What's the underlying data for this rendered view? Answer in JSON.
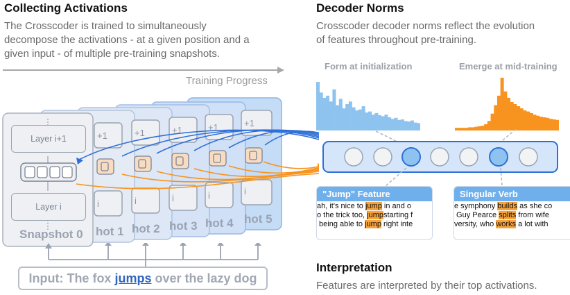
{
  "left": {
    "title": "Collecting Activations",
    "desc_lines": [
      "The Crosscoder is trained to simultaneously",
      "decompose the activations - at a given position and a",
      "given input - of multiple pre-training snapshots."
    ],
    "training_progress": "Training Progress",
    "layer_top": "Layer i+1",
    "layer_bottom": "Layer i",
    "snapshot_labels": [
      "Snapshot 0",
      "hot 1",
      "hot 2",
      "hot 3",
      "hot 4",
      "hot 5"
    ],
    "peek_top": "+1",
    "peek_bottom": "i",
    "input_prefix": "Input: The fox ",
    "input_highlight": "jumps",
    "input_suffix": " over the lazy dog"
  },
  "right": {
    "title": "Decoder Norms",
    "desc_lines": [
      "Crosscoder decoder norms reflect the evolution",
      "of features throughout pre-training."
    ],
    "hist_left_label": "Form at initialization",
    "hist_right_label": "Emerge at mid-training",
    "hist_left_color": "#8ec3f0",
    "hist_right_color": "#f7931e",
    "hist_left_values": [
      0.92,
      0.72,
      0.62,
      0.66,
      0.55,
      0.78,
      0.48,
      0.6,
      0.42,
      0.5,
      0.55,
      0.44,
      0.38,
      0.4,
      0.46,
      0.34,
      0.36,
      0.3,
      0.33,
      0.29,
      0.27,
      0.3,
      0.25,
      0.22,
      0.24,
      0.2,
      0.21,
      0.18,
      0.17,
      0.19,
      0.15,
      0.14
    ],
    "hist_right_values": [
      0.05,
      0.05,
      0.05,
      0.05,
      0.06,
      0.06,
      0.07,
      0.08,
      0.09,
      0.12,
      0.18,
      0.32,
      0.48,
      0.66,
      1.0,
      0.74,
      0.62,
      0.54,
      0.5,
      0.46,
      0.42,
      0.38,
      0.36,
      0.33,
      0.3,
      0.28,
      0.26,
      0.25,
      0.24,
      0.22,
      0.21,
      0.2
    ],
    "feature_card_1": {
      "title": "\"Jump\" Feature",
      "lines": [
        {
          "pre": "ah, it's nice to ",
          "hl": "jump",
          "post": " in and o"
        },
        {
          "pre": "o the trick too, ",
          "hl": "jump",
          "post": "starting f"
        },
        {
          "pre": " being able to ",
          "hl": "jump",
          "post": " right inte"
        }
      ]
    },
    "feature_card_2": {
      "title": "Singular Verb",
      "lines": [
        {
          "pre": "e symphony ",
          "hl": "builds",
          "post": " as she co"
        },
        {
          "pre": " Guy Pearce ",
          "hl": "splits",
          "post": " from wife"
        },
        {
          "pre": "versity, who ",
          "hl": "works",
          "post": " a lot with"
        }
      ]
    },
    "interp_title": "Interpretation",
    "interp_desc": "Features are interpreted by their top activations."
  },
  "colors": {
    "blue_accent": "#2e6fd8",
    "orange_accent": "#f7931e",
    "highlight": "#f7a23a",
    "input_link": "#2f64c0"
  }
}
